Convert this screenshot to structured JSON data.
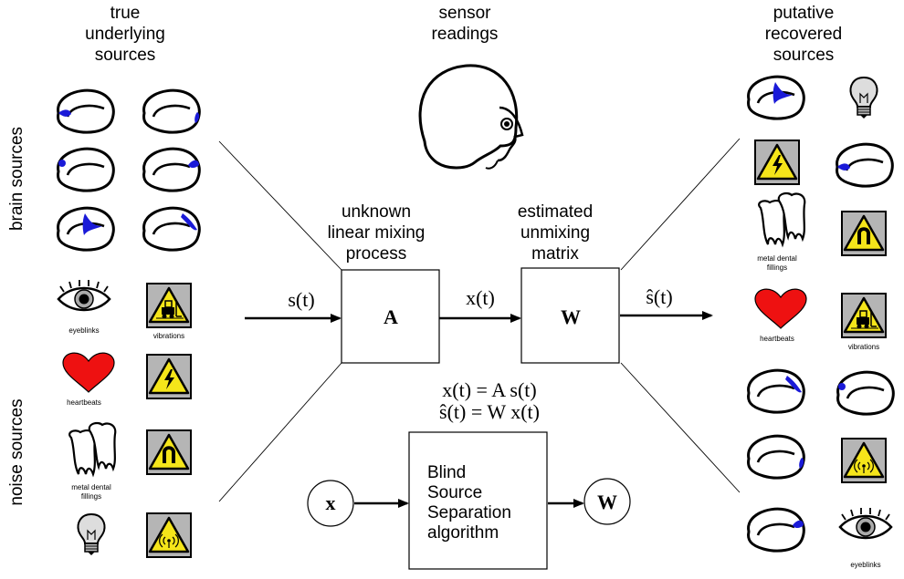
{
  "headers": {
    "true_sources": [
      "true",
      "underlying",
      "sources"
    ],
    "sensor": [
      "sensor",
      "readings"
    ],
    "recovered": [
      "putative",
      "recovered",
      "sources"
    ]
  },
  "side_labels": {
    "brain": "brain sources",
    "noise": "noise sources"
  },
  "mixing": {
    "caption": [
      "unknown",
      "linear mixing",
      "process"
    ],
    "matrix": "A"
  },
  "unmixing": {
    "caption": [
      "estimated",
      "unmixing",
      "matrix"
    ],
    "matrix": "W"
  },
  "signals": {
    "s": "s(t)",
    "x": "x(t)",
    "s_hat": "ŝ(t)"
  },
  "equations": {
    "eq1": "x(t) = A s(t)",
    "eq2": "ŝ(t) = W x(t)"
  },
  "bss": {
    "input": "x",
    "lines": [
      "Blind",
      "Source",
      "Separation",
      "algorithm"
    ],
    "output": "W"
  },
  "icon_captions": {
    "eyeblinks": "eyeblinks",
    "vibrations": "vibrations",
    "heartbeats": "heartbeats",
    "dental_1": "metal dental",
    "dental_2": "fillings"
  },
  "colors": {
    "brain_spot": "#1a1ad8",
    "heart": "#ee1111",
    "warning_yellow": "#f5e51a",
    "sign_gray": "#b5b5b5"
  }
}
